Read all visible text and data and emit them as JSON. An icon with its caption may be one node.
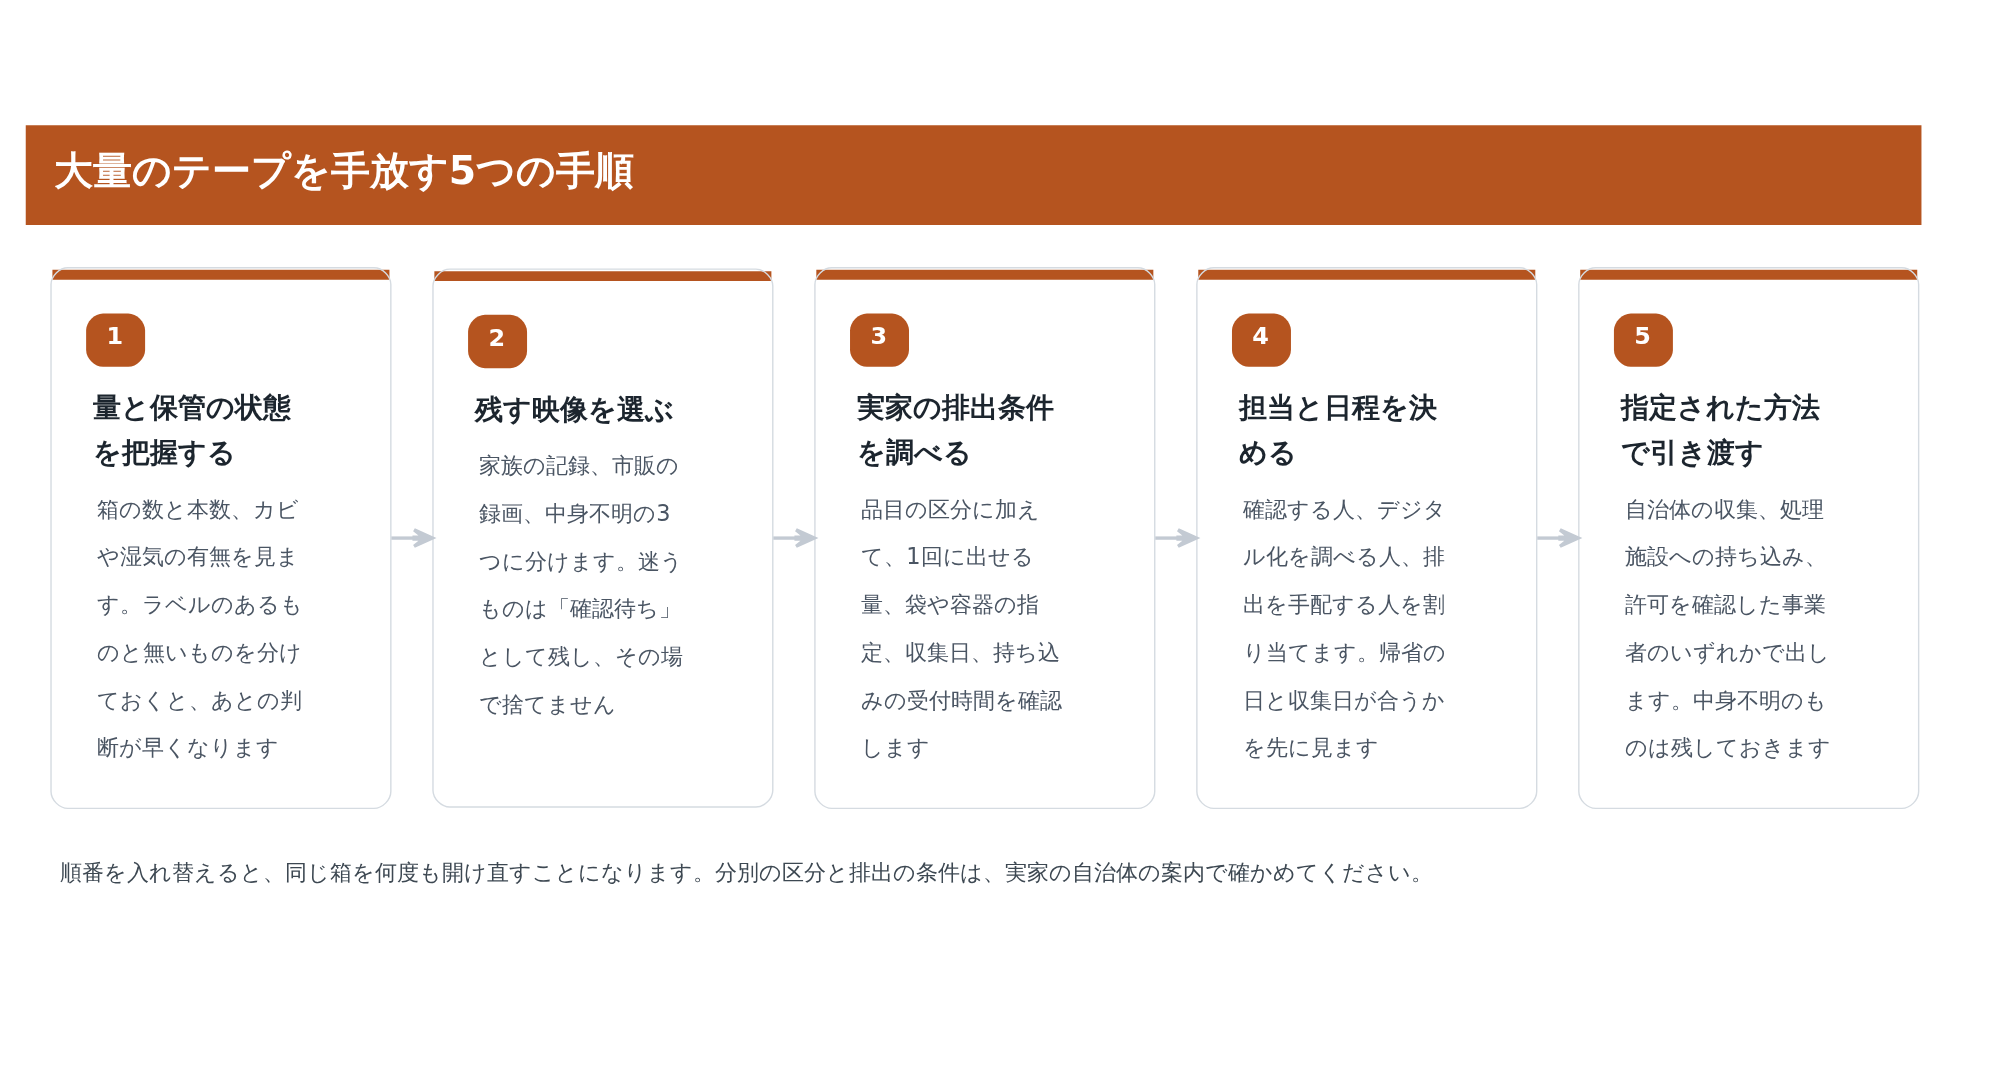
{
  "diagram": {
    "title": "大量のテープを手放す5つの手順",
    "nodes": [
      {
        "text": [
          "1",
          "量と保管の状態を把握する",
          "箱の数と本数、カビや湿気の有無を見ます。ラベルのあるものと無いものを分けておくと、あとの判断が早くなります"
        ]
      },
      {
        "text": [
          "2",
          "残す映像を選ぶ",
          "家族の記録、市販の録画、中身不明の3つに分けます。迷うものは「確認待ち」として残し、その場で捨てません"
        ]
      },
      {
        "text": [
          "3",
          "実家の排出条件を調べる",
          "品目の区分に加えて、1回に出せる量、袋や容器の指定、収集日、持ち込みの受付時間を確認します"
        ]
      },
      {
        "text": [
          "4",
          "担当と日程を決める",
          "確認する人、デジタル化を調べる人、排出を手配する人を割り当てます。帰省の日と収集日が合うかを先に見ます"
        ]
      },
      {
        "text": [
          "5",
          "指定された方法で引き渡す",
          "自治体の収集、処理施設への持ち込み、許可を確認した事業者のいずれかで出します。中身不明のものは残しておきます"
        ]
      }
    ],
    "edges": [
      {
        "from": 0,
        "to": 1,
        "arrow": "to"
      },
      {
        "from": 1,
        "to": 2,
        "arrow": "to"
      },
      {
        "from": 2,
        "to": 3,
        "arrow": "to"
      },
      {
        "from": 3,
        "to": 4,
        "arrow": "to"
      }
    ],
    "caption": "順番を入れ替えると、同じ箱を何度も開け直すことになります。分別の区分と排出の条件は、実家の自治体の案内で確かめてください。"
  }
}
